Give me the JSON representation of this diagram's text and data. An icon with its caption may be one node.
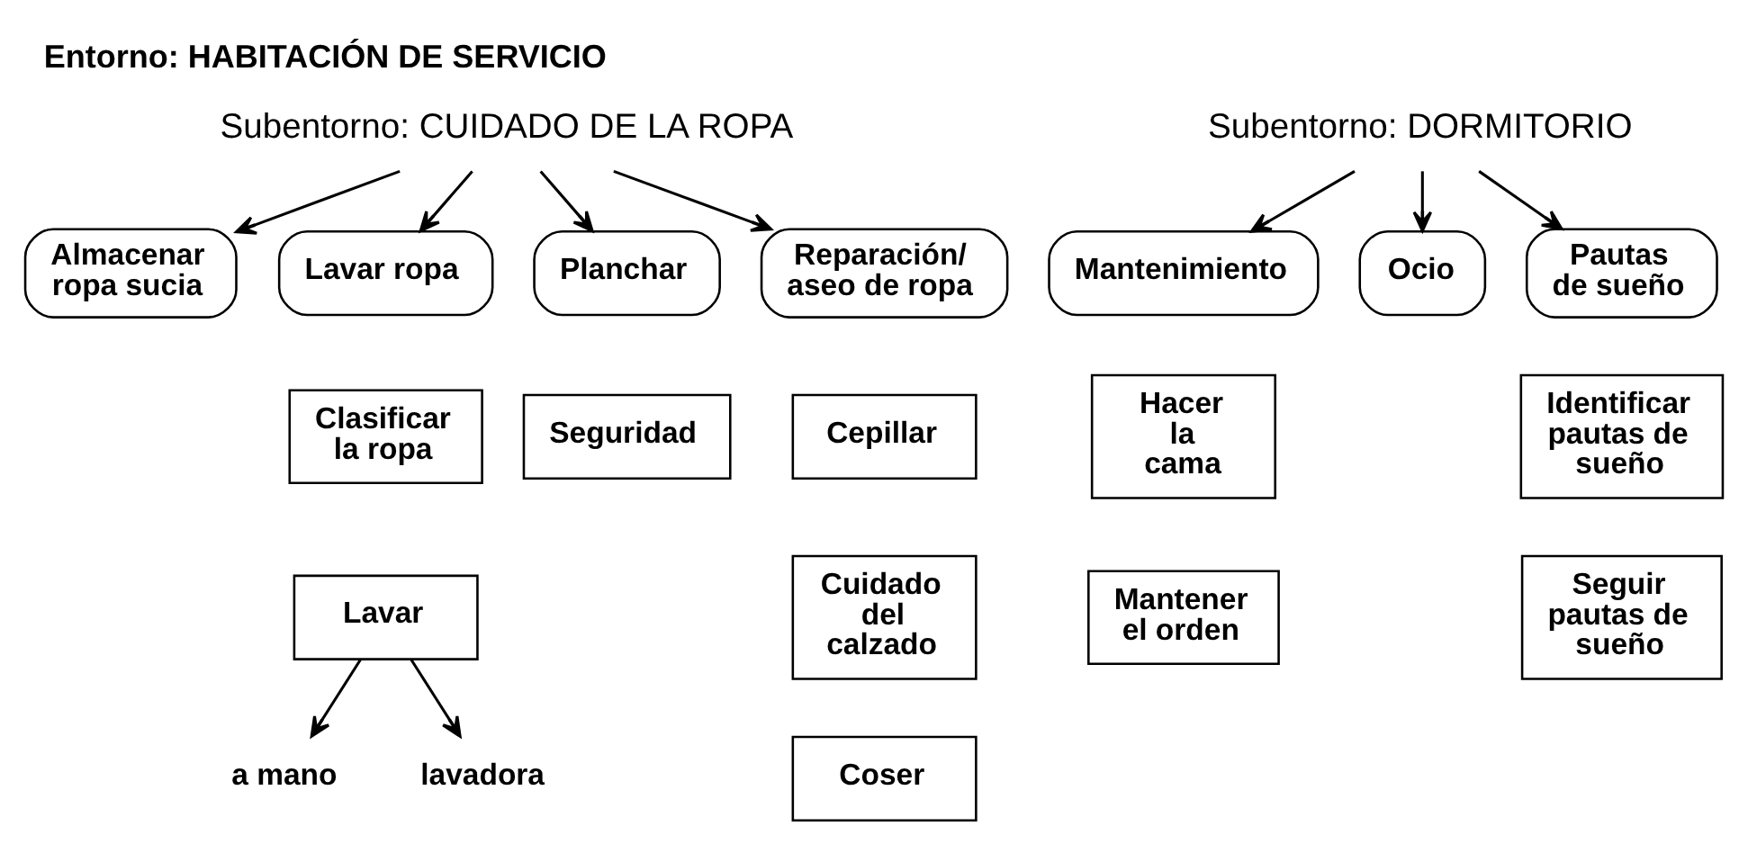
{
  "diagram": {
    "title": "Entorno: HABITACIÓN DE SERVICIO",
    "nodes": [
      {
        "text": [
          "Subentorno: CUIDADO DE LA ROPA"
        ]
      },
      {
        "text": [
          "Almacenar ropa sucia"
        ]
      },
      {
        "text": [
          "Lavar ropa"
        ]
      },
      {
        "text": [
          "Planchar"
        ]
      },
      {
        "text": [
          "Reparación/ aseo de ropa"
        ]
      },
      {
        "text": [
          "Subentorno: DORMITORIO"
        ]
      },
      {
        "text": [
          "Mantenimiento"
        ]
      },
      {
        "text": [
          "Ocio"
        ]
      },
      {
        "text": [
          "Pautas de sueño"
        ]
      },
      {
        "text": [
          "Clasificar la ropa"
        ]
      },
      {
        "text": [
          "Seguridad"
        ]
      },
      {
        "text": [
          "Cepillar"
        ]
      },
      {
        "text": [
          "Hacer la cama"
        ]
      },
      {
        "text": [
          "Identificar pautas de sueño"
        ]
      },
      {
        "text": [
          "Lavar"
        ]
      },
      {
        "text": [
          "Cuidado del calzado"
        ]
      },
      {
        "text": [
          "Mantener el orden"
        ]
      },
      {
        "text": [
          "Seguir pautas de sueño"
        ]
      },
      {
        "text": [
          "a mano"
        ]
      },
      {
        "text": [
          "lavadora"
        ]
      },
      {
        "text": [
          "Coser"
        ]
      }
    ],
    "edges": [
      {
        "from": 0,
        "to": 1,
        "arrow": "to"
      },
      {
        "from": 0,
        "to": 2,
        "arrow": "to"
      },
      {
        "from": 0,
        "to": 3,
        "arrow": "to"
      },
      {
        "from": 0,
        "to": 4,
        "arrow": "to"
      },
      {
        "from": 5,
        "to": 6,
        "arrow": "to"
      },
      {
        "from": 5,
        "to": 7,
        "arrow": "to"
      },
      {
        "from": 5,
        "to": 8,
        "arrow": "to"
      },
      {
        "from": 14,
        "to": 18,
        "arrow": "to"
      },
      {
        "from": 14,
        "to": 19,
        "arrow": "to"
      }
    ]
  }
}
